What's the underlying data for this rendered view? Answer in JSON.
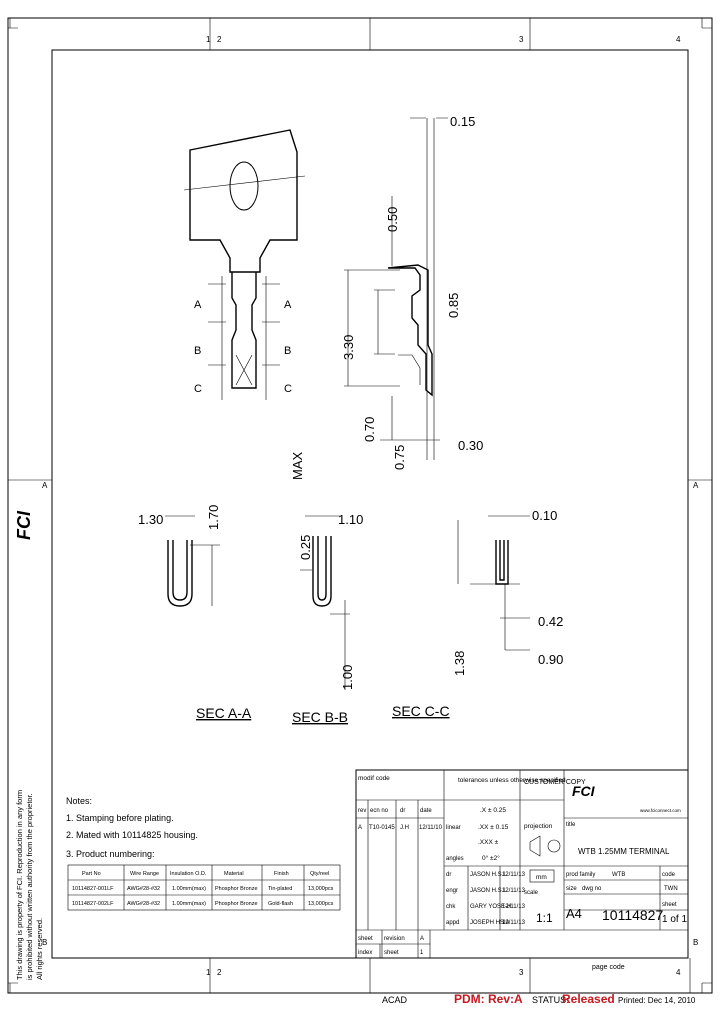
{
  "zones": {
    "top": [
      "1",
      "2",
      "3",
      "4"
    ],
    "side": [
      "A",
      "A",
      "B",
      "B"
    ]
  },
  "side_notice": [
    "This drawing is property of FCI. Reproduction in any form",
    "is prohibited without written authority from the proprietor.",
    "All rights reserved."
  ],
  "views": {
    "dims_profile": [
      "0.15",
      "0.50",
      "3.30",
      "0.85",
      "0.70",
      "0.75",
      "0.30"
    ],
    "section_labels": [
      "A",
      "A",
      "B",
      "B",
      "C",
      "C"
    ],
    "max_label": "MAX",
    "sec_a": {
      "w": "1.30",
      "h": "1.70",
      "title": "SEC A-A"
    },
    "sec_b": {
      "w": "1.10",
      "h": "0.25",
      "b": "1.00",
      "title": "SEC B-B"
    },
    "sec_c": {
      "t": "0.10",
      "a": "0.42",
      "b": "0.90",
      "h": "1.38",
      "title": "SEC C-C"
    }
  },
  "notes": {
    "title": "Notes:",
    "items": [
      "1. Stamping before plating.",
      "2. Mated with 10114825 housing.",
      "3. Product numbering:"
    ],
    "table_head": [
      "Part No",
      "Wire Range",
      "Insulation O.D.",
      "Material",
      "Finish",
      "Qty/reel"
    ],
    "rows": [
      [
        "10114827-001LF",
        "AWG#28-#32",
        "1.00mm(max)",
        "Phosphor Bronze",
        "Tin-plated",
        "13,000pcs"
      ],
      [
        "10114827-002LF",
        "AWG#28-#32",
        "1.00mm(max)",
        "Phosphor Bronze",
        "Gold-flash",
        "13,000pcs"
      ]
    ]
  },
  "title_block": {
    "modif_code": "modif code",
    "tol_head": "tolerances unless otherwise specified",
    "customer_copy": "CUSTOMER COPY",
    "rev_head": [
      "rev",
      "ecn no",
      "dr",
      "date"
    ],
    "rev_row": [
      "A",
      "T10-0145",
      "J.H",
      "12/11/10"
    ],
    "tol_rows": [
      [
        "linear",
        ".X ± 0.25"
      ],
      [
        "",
        ".XX ± 0.15"
      ],
      [
        "",
        ".XXX ±"
      ],
      [
        "angles",
        "0° ±2°"
      ]
    ],
    "sign": [
      [
        "dr",
        "JASON H.S.L",
        "12/11/13"
      ],
      [
        "engr",
        "JASON H.S.L",
        "12/11/13"
      ],
      [
        "chk",
        "GARY YOSE-H",
        "12/11/13"
      ],
      [
        "appd",
        "JOSEPH HSIA",
        "12/11/13"
      ]
    ],
    "projection": "projection",
    "mm": "mm",
    "scale_label": "scale",
    "scale": "1:1",
    "title_label": "title",
    "title": "WTB 1.25MM TERMINAL",
    "prod_family_label": "prod family",
    "prod_family": "WTB",
    "code_label": "code",
    "code": "TWN",
    "size_label": "size",
    "dwg_label": "dwg no",
    "size": "A4",
    "dwg_no": "10114827",
    "sheet_label": "sheet",
    "sheet": "1 of 1",
    "website": "www.fciconnect.com",
    "bottom": [
      [
        "sheet",
        "revision",
        "A"
      ],
      [
        "index",
        "sheet",
        "1"
      ]
    ],
    "page_code": "page code"
  },
  "footer": {
    "acad": "ACAD",
    "pdm": "PDM: Rev:A",
    "status_label": "STATUS:",
    "status": "Released",
    "printed": "Printed: Dec 14, 2010"
  },
  "colors": {
    "status": "#c8171e"
  }
}
